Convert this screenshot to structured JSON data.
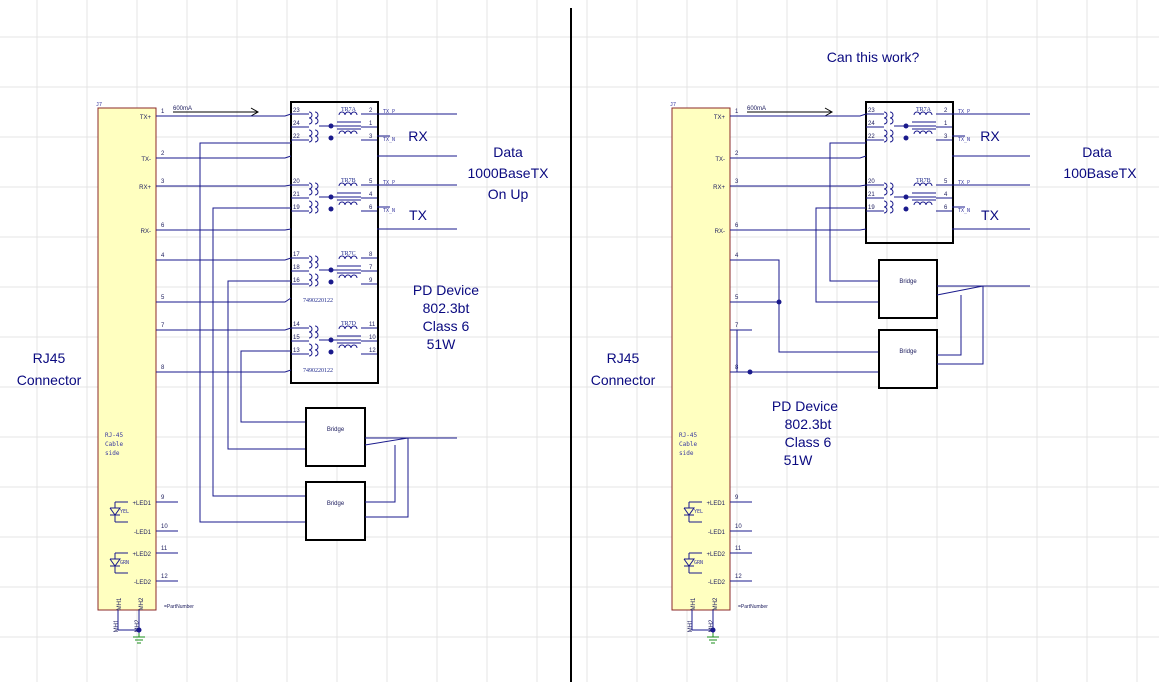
{
  "question": "Can this work?",
  "left": {
    "connector_label": [
      "RJ45",
      "Connector"
    ],
    "current": "600mA",
    "rx": "RX",
    "tx": "TX",
    "data_label": [
      "Data",
      "1000BaseTX",
      "On Up"
    ],
    "pd_label": [
      "PD Device",
      "802.3bt",
      "Class 6",
      "51W"
    ],
    "transformers": [
      "TR7A",
      "TR7B",
      "TR7C",
      "TR7D"
    ],
    "part_number": "7490220122",
    "bridge": "Bridge"
  },
  "right": {
    "connector_label": [
      "RJ45",
      "Connector"
    ],
    "current": "600mA",
    "rx": "RX",
    "tx": "TX",
    "data_label": [
      "Data",
      "100BaseTX"
    ],
    "pd_label": [
      "PD Device",
      "802.3bt",
      "Class 6",
      "51W"
    ],
    "transformers": [
      "TR7A",
      "TR7B"
    ],
    "bridge": "Bridge"
  },
  "rj45": {
    "pins": [
      "1",
      "2",
      "3",
      "6",
      "4",
      "5",
      "7",
      "8"
    ],
    "pin_names": [
      "TX+",
      "TX-",
      "RX+",
      "RX-"
    ],
    "led_pins": [
      "9",
      "10",
      "11",
      "12"
    ],
    "led_names": [
      "+LED1",
      "-LED1",
      "+LED2",
      "-LED2"
    ],
    "side_text": [
      "RJ-45",
      "Cable",
      "side"
    ],
    "mh": [
      "MH1",
      "MH2"
    ],
    "part": "=PartNumber",
    "ref": "J7",
    "led_colors": [
      "YEL",
      "GRN"
    ]
  },
  "xfmr_pins": {
    "left_a": [
      "23",
      "24",
      "22"
    ],
    "right_a": [
      "2",
      "1",
      "3"
    ],
    "left_b": [
      "20",
      "21",
      "19"
    ],
    "right_b": [
      "5",
      "4",
      "6"
    ],
    "left_c": [
      "17",
      "18",
      "16"
    ],
    "right_c": [
      "8",
      "7",
      "9"
    ],
    "left_d": [
      "14",
      "15",
      "13"
    ],
    "right_d": [
      "11",
      "10",
      "12"
    ],
    "net_a": [
      "TX_P",
      "TX_N"
    ],
    "net_b": [
      "TX_P",
      "TX_N"
    ]
  }
}
